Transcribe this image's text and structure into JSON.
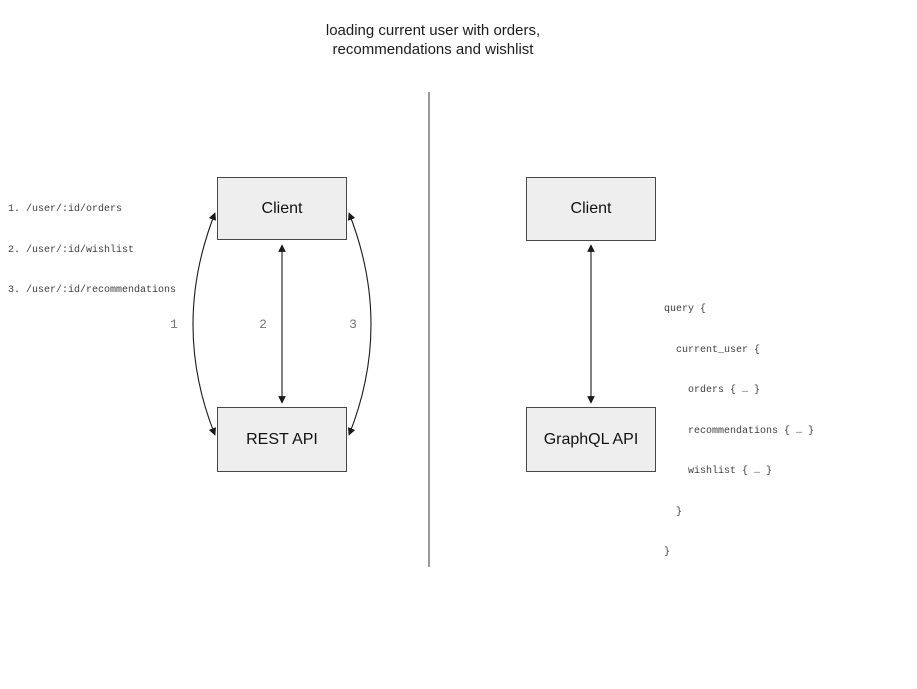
{
  "title": {
    "line1": "loading current user with orders,",
    "line2": "recommendations and wishlist"
  },
  "rest_panel": {
    "client_label": "Client",
    "api_label": "REST API",
    "endpoints": [
      "1. /user/:id/orders",
      "2. /user/:id/wishlist",
      "3. /user/:id/recommendations"
    ],
    "arrow_labels": [
      "1",
      "2",
      "3"
    ]
  },
  "graphql_panel": {
    "client_label": "Client",
    "api_label": "GraphQL API",
    "query_lines": [
      "query {",
      "  current_user {",
      "    orders { … }",
      "    recommendations { … }",
      "    wishlist { … }",
      "  }",
      "}"
    ]
  },
  "colors": {
    "box_fill": "#eeeeee",
    "box_border": "#474747",
    "arrow": "#1a1a1a",
    "divider": "#6e6e6e",
    "code_text": "#3d3d3d",
    "arrow_label_gray": "#757575"
  }
}
